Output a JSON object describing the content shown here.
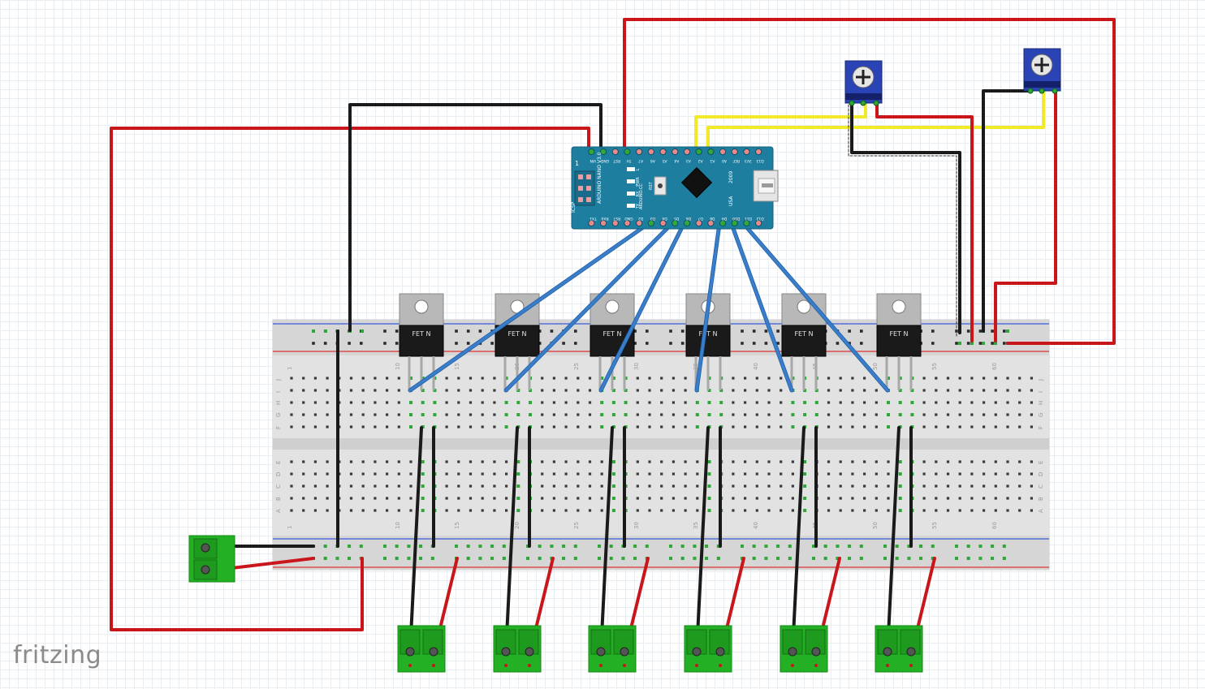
{
  "app": {
    "logo_text": "fritzing"
  },
  "breadboard": {
    "row_letters_top": [
      "J",
      "I",
      "H",
      "G",
      "F"
    ],
    "row_letters_bottom": [
      "E",
      "D",
      "C",
      "B",
      "A"
    ],
    "column_numbers": [
      "1",
      "10",
      "15",
      "20",
      "25",
      "30",
      "35",
      "40",
      "45",
      "50",
      "55",
      "60"
    ]
  },
  "arduino": {
    "label_board": "ARDUINO NANO V3.0",
    "label_icsp": "ICSP",
    "label_site": "ARDUINO.CC",
    "label_year": "2009",
    "label_usa": "USA",
    "label_rst": "RST",
    "label_one": "1",
    "led_labels": [
      "L",
      "PWR",
      "RX",
      "TX"
    ],
    "top_pins": [
      "VIN",
      "GND",
      "RST",
      "5V",
      "A7",
      "A6",
      "A5",
      "A4",
      "A3",
      "A2",
      "A1",
      "A0",
      "REF",
      "3V3",
      "D13"
    ],
    "bottom_pins": [
      "TX1",
      "RX0",
      "RST",
      "GND",
      "D2",
      "D3",
      "D4",
      "D5",
      "D6",
      "D7",
      "D8",
      "D9",
      "D10",
      "D11",
      "D12"
    ]
  },
  "mosfet_label": "FET N",
  "colors": {
    "wire_red": "#c8161b",
    "wire_black": "#1a1a1a",
    "wire_blue": "#3a7dc9",
    "wire_yellow": "#f0ea28",
    "board_teal": "#1e7ea0",
    "terminal_green": "#24b024",
    "pot_blue": "#2a43b5"
  }
}
